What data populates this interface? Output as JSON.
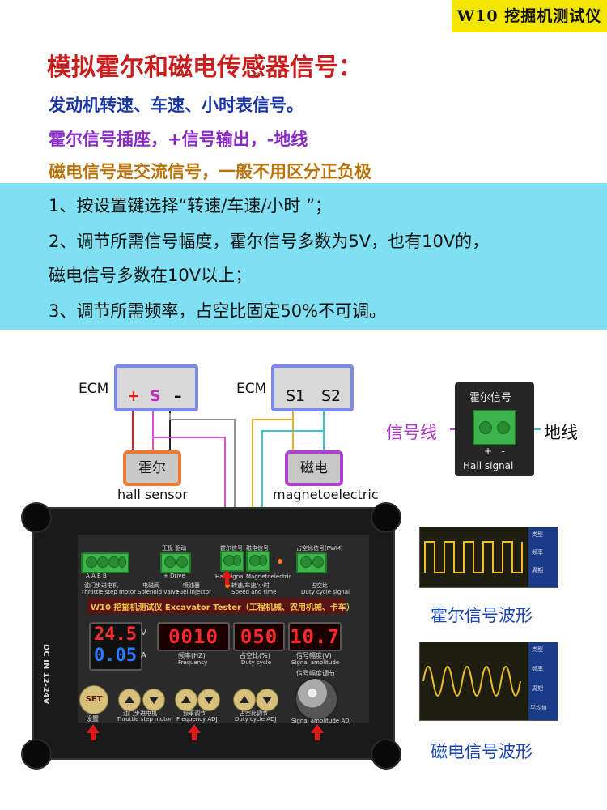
{
  "header": {
    "tag": "W10 挖掘机测试仪",
    "title": "模拟霍尔和磁电传感器信号：",
    "line1": "发动机转速、车速、小时表信号。",
    "line2": "霍尔信号插座，+信号输出，-地线",
    "line3": "磁电信号是交流信号，一般不用区分正负极"
  },
  "instructions": [
    "1、按设置键选择“转速/车速/小时 ”；",
    "2、调节所需信号幅度，霍尔信号多数为5V，也有10V的，",
    "磁电信号多数在10V以上；",
    "3、调节所需频率，占空比固定50%不可调。"
  ],
  "diagram": {
    "ecm_left": {
      "label": "ECM",
      "pins": [
        "+",
        "S",
        "–"
      ]
    },
    "ecm_right": {
      "label": "ECM",
      "pins": [
        "S1",
        "S2"
      ]
    },
    "hall": {
      "name": "霍尔",
      "caption": "hall sensor"
    },
    "magneto": {
      "name": "磁电",
      "caption": "magnetoelectric"
    },
    "hall_socket": {
      "title": "霍尔信号",
      "pins": "+   -",
      "caption": "Hall signal",
      "left_label": "信号线",
      "right_label": "地线"
    }
  },
  "device": {
    "brand": "W10 挖掘机测试仪 Excavator Tester（工程机械、农用机械、卡车）",
    "dc_label": "DC IN 12-24V",
    "display_volt": "24.5",
    "volt_unit": "V",
    "display_amp": "0.05",
    "amp_unit": "A",
    "freq_value": "0010",
    "duty_value": "050",
    "amp_value": "10.7",
    "freq_caption": "频率(HZ)",
    "freq_caption_en": "Frequency",
    "duty_caption": "占空比(%)",
    "duty_caption_en": "Duty cycle",
    "ampl_caption": "信号幅度(V)",
    "ampl_caption_en": "Signal amplitude",
    "term_labels": {
      "abb": "A    A    B    B",
      "throttle": "油门步进电机",
      "throttle_en": "Throttle step motor",
      "solenoid": "电磁阀",
      "solenoid_en": "Solenoid valve",
      "injector": "喷油器",
      "injector_en": "Fuel injector",
      "drive": "正极  驱动",
      "drive_pins": "+    Drive",
      "hall": "霍尔信号",
      "hall_en": "Hall signal",
      "mag": "磁电信号",
      "mag_en": "Magnetoelectric",
      "mode": "转速/车速/小时",
      "mode_en": "Speed and time",
      "pwm": "占空比信号(PWM)",
      "pwm_en": "Duty cycle signal",
      "duty_small": "占空比"
    },
    "knob_caption": "信号幅度调节",
    "set_label": "SET",
    "btn_labels": {
      "set": "设置",
      "throttle": "油门步进电机",
      "throttle_en": "Throttle step motor",
      "freq": "频率调节",
      "freq_en": "Frequency ADJ",
      "duty": "占空比调节",
      "duty_en": "Duty cycle ADJ",
      "ampl_en": "Signal amplitude ADJ"
    }
  },
  "waveforms": {
    "hall_caption": "霍尔信号波形",
    "mag_caption": "磁电信号波形",
    "side_labels": [
      "类型",
      "频率",
      "周期",
      "平均值"
    ]
  },
  "colors": {
    "tag_bg": "#f2e600",
    "title": "#c81e1e",
    "band": "#7ee0f2",
    "wire_red": "#e02020",
    "wire_pink": "#d64fd6",
    "wire_gray": "#909090",
    "wire_yellow": "#e6b020",
    "wire_cyan": "#3cc0d8"
  }
}
